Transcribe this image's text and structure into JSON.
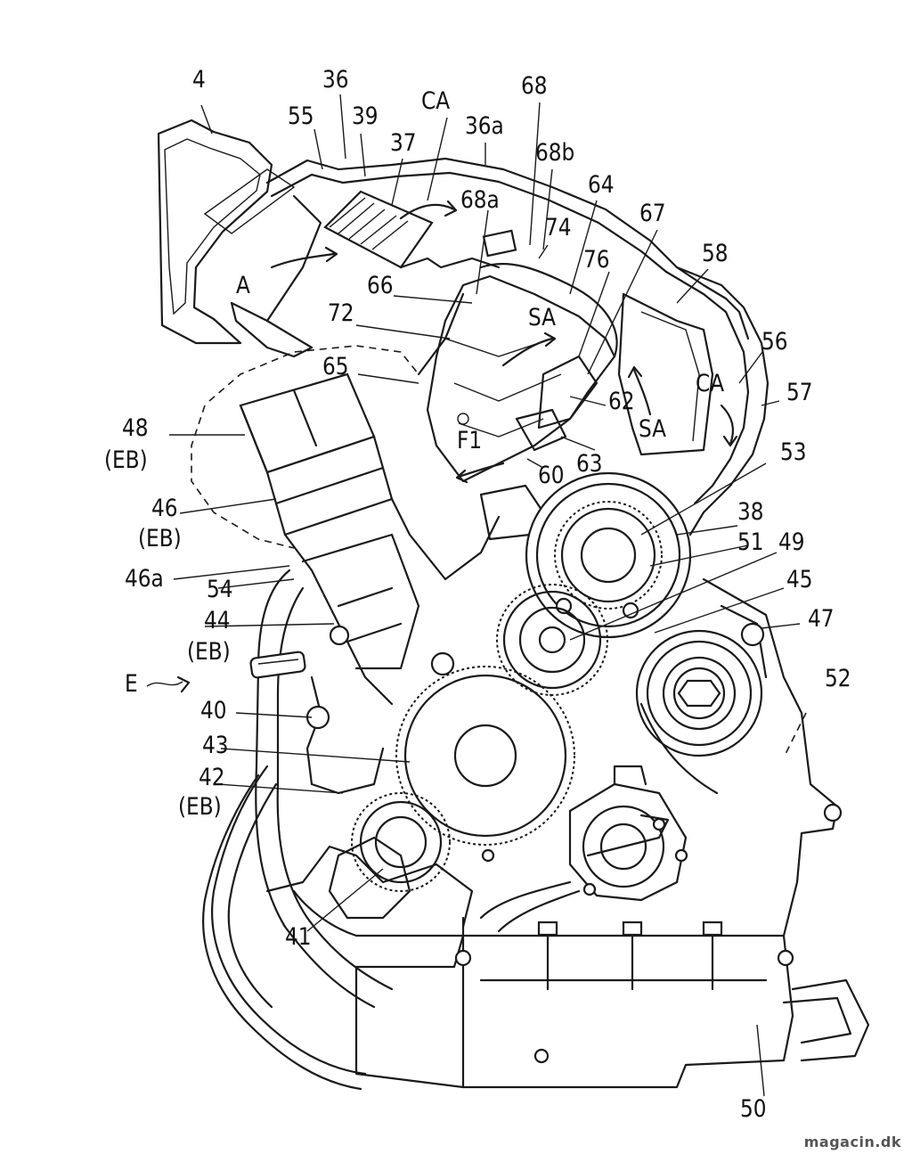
{
  "labels": {
    "n4": "4",
    "n36": "36",
    "n55": "55",
    "n39": "39",
    "n37": "37",
    "ca_top": "CA",
    "n36a": "36a",
    "n68": "68",
    "n68b": "68b",
    "n68a": "68a",
    "n64": "64",
    "n67": "67",
    "n74": "74",
    "n76": "76",
    "a": "A",
    "n66": "66",
    "sa1": "SA",
    "n72": "72",
    "n58": "58",
    "n56": "56",
    "ca_right": "CA",
    "n57": "57",
    "n65": "65",
    "n48": "48",
    "eb48": "(EB)",
    "f1": "F1",
    "n62": "62",
    "sa2": "SA",
    "n63": "63",
    "n60": "60",
    "n53": "53",
    "n46": "46",
    "eb46": "(EB)",
    "n38": "38",
    "n51": "51",
    "n49": "49",
    "n46a": "46a",
    "n54": "54",
    "n45": "45",
    "n44": "44",
    "eb44": "(EB)",
    "n47": "47",
    "e": "E",
    "n52": "52",
    "n40": "40",
    "n43": "43",
    "n42": "42",
    "eb42": "(EB)",
    "n41": "41",
    "n50": "50"
  },
  "watermark": "magacin.dk"
}
